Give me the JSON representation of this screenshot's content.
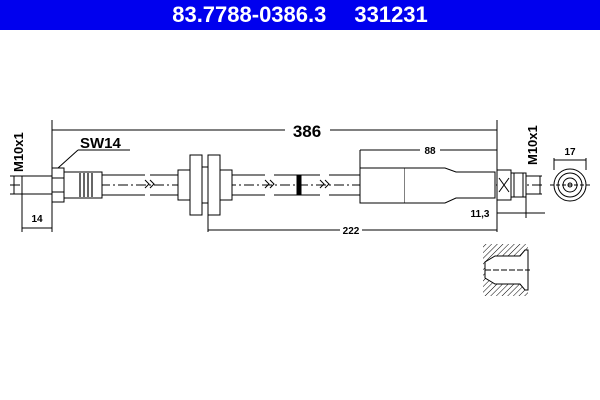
{
  "header": {
    "part_number": "83.7788-0386.3",
    "ref_number": "331231",
    "background_color": "#0000ee",
    "text_color": "#ffffff"
  },
  "drawing": {
    "total_length": "386",
    "wrench_size": "SW14",
    "left_thread": "M10x1",
    "right_thread": "M10x1",
    "left_fitting_length": "14",
    "right_sleeve_length": "88",
    "bracket_to_end": "222",
    "right_tip_length": "11,3",
    "end_view_diameter": "17"
  },
  "icons": {
    "hose": "brake-hose-drawing",
    "end_view": "end-view-circle",
    "section": "port-section-hatch"
  }
}
